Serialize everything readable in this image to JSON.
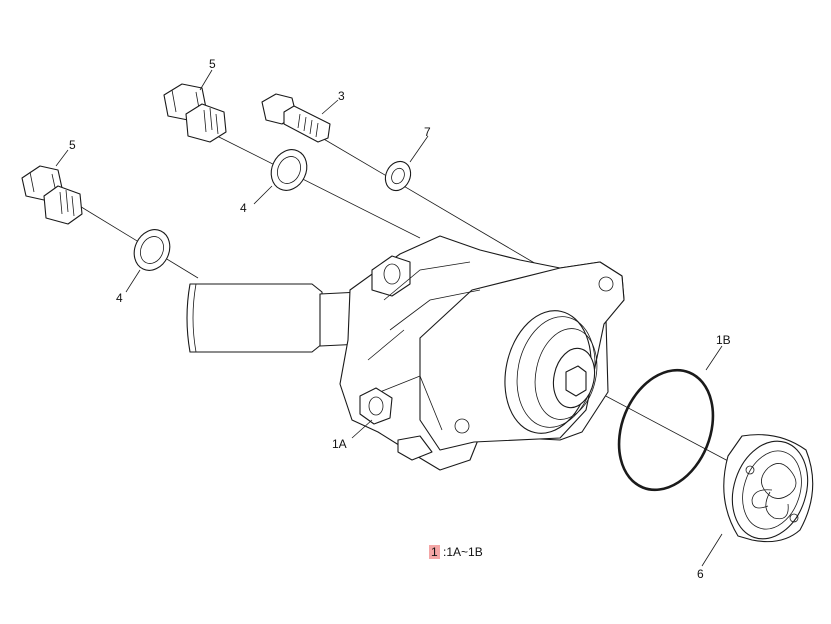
{
  "callouts": {
    "bolt": "3",
    "washer_left": "4",
    "washer_right": "4",
    "fitting_left": "5",
    "fitting_right": "5",
    "cap": "6",
    "washer_small": "7",
    "body": "1A",
    "oring": "1B"
  },
  "legend": {
    "highlight_number": "1",
    "text": ":1A~1B"
  },
  "colors": {
    "legend_highlight": "#f4a6a6",
    "line": "#1a1a1a"
  }
}
